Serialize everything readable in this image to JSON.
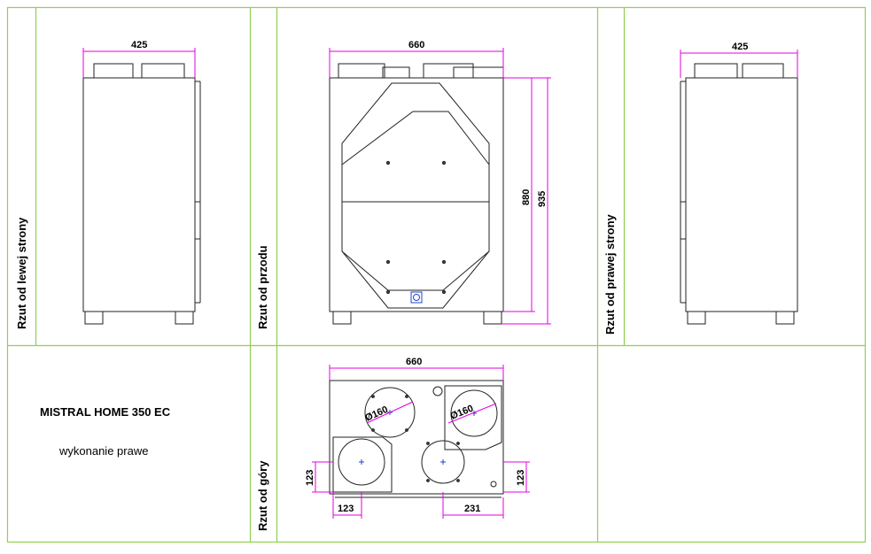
{
  "grid_color": "#8fd14f",
  "dim_color": "#e100e1",
  "line_color": "#222222",
  "labels": {
    "left_view": "Rzut od lewej strony",
    "front_view": "Rzut od przodu",
    "right_view": "Rzut od prawej strony",
    "top_view": "Rzut od góry"
  },
  "product": {
    "name": "MISTRAL HOME 350 EC",
    "variant": "wykonanie prawe"
  },
  "dimensions": {
    "left_width": "425",
    "front_width": "660",
    "front_height_inner": "880",
    "front_height_total": "935",
    "right_width": "425",
    "top_width": "660",
    "top_duct_1": "Ø160",
    "top_duct_2": "Ø160",
    "top_left_offset_v": "123",
    "top_right_offset_v": "123",
    "top_left_offset_h": "123",
    "top_right_offset_h": "231"
  }
}
